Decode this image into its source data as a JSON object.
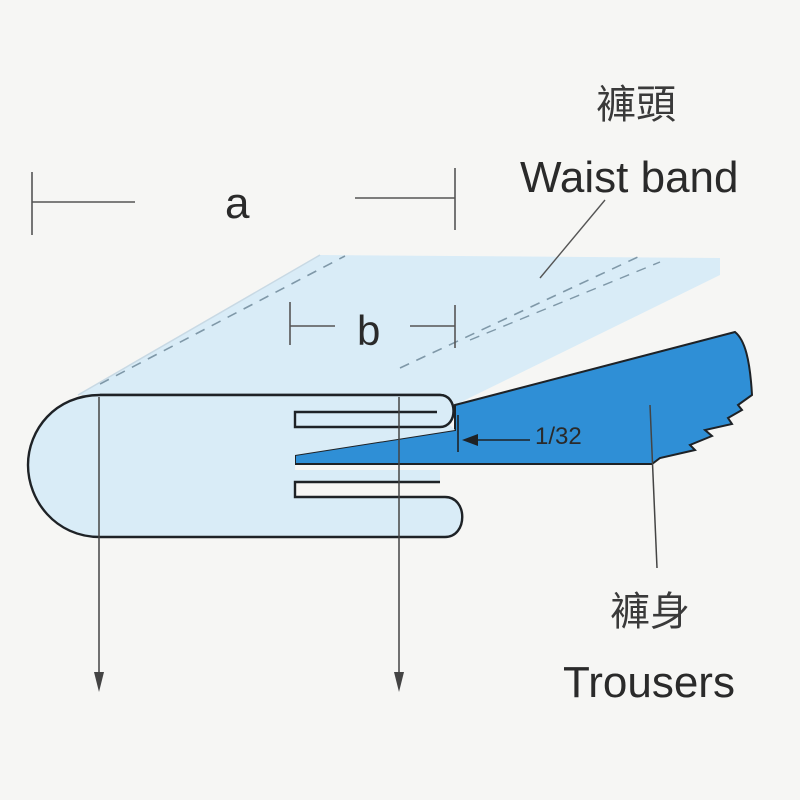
{
  "labels": {
    "waistband_cn": "褲頭",
    "waistband_en": "Waist band",
    "trousers_cn": "褲身",
    "trousers_en": "Trousers",
    "dim_a": "a",
    "dim_b": "b",
    "dim_fraction": "1/32"
  },
  "colors": {
    "background": "#f6f6f4",
    "waistband_fill": "#d9ecf7",
    "trousers_fill": "#2f8fd6",
    "outline": "#1e2226",
    "dim_line": "#555555"
  }
}
